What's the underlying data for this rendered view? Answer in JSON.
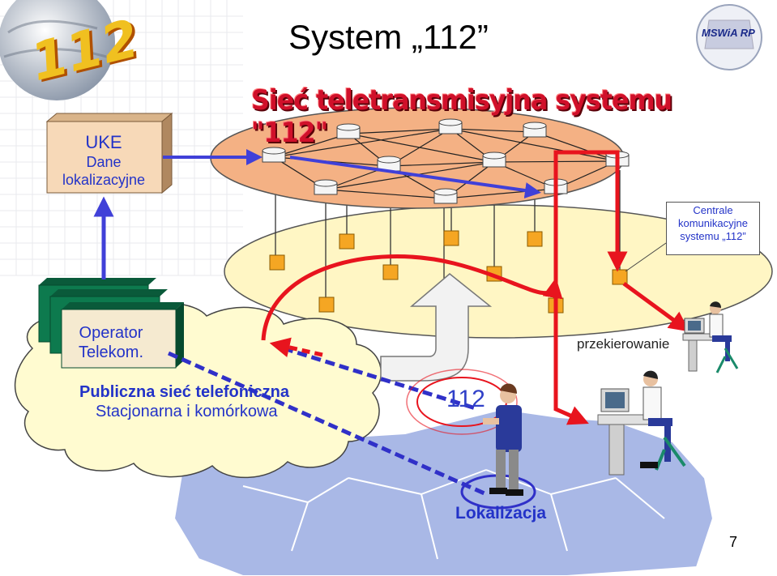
{
  "title": "System „112”",
  "network_title": "Sieć teletransmisyjna systemu \"112\"",
  "logo_112": "112",
  "ministry_logo": "MSWiA RP",
  "uke": {
    "title": "UKE",
    "subtitle_line1": "Dane",
    "subtitle_line2": "lokalizacyjne"
  },
  "centrale": {
    "line1": "Centrale",
    "line2": "komunikacyjne",
    "line3": "systemu „112”"
  },
  "operator": {
    "line1": "Operator",
    "line2": "Telekom."
  },
  "przekierowanie": "przekierowanie",
  "public_network": {
    "line1": "Publiczna sieć telefoniczna",
    "line2": "Stacjonarna i komórkowa"
  },
  "call_number": "112",
  "lokalizacja": "Lokalizacja",
  "page_number": "7",
  "colors": {
    "ring": "#f4b184",
    "ellipse2": "#fff3b8",
    "cloud": "#fffbd0",
    "arrow_red": "#e8141e",
    "arrow_blue": "#4040d8",
    "map": "#a8b8e6"
  }
}
